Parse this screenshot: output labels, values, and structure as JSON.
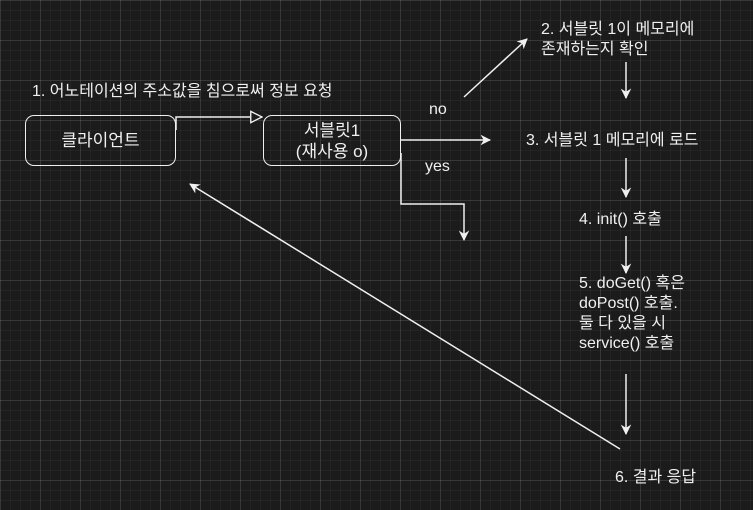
{
  "nodes": {
    "client": {
      "label": "클라이언트"
    },
    "servlet": {
      "line1": "서블릿1",
      "line2": "(재사용 o)"
    }
  },
  "labels": {
    "step1": "1. 어노테이션의 주소값을 침으로써 정보 요청",
    "step2_line1": "2. 서블릿 1이 메모리에",
    "step2_line2": "존재하는지 확인",
    "step3": "3. 서블릿 1 메모리에 로드",
    "step4": "4. init() 호출",
    "step5_line1": "5. doGet() 혹은",
    "step5_line2": "doPost() 호출.",
    "step5_line3": "둘 다 있을 시",
    "step5_line4": "service() 호출",
    "step6": "6. 결과 응답",
    "edge_no": "no",
    "edge_yes": "yes"
  },
  "colors": {
    "background": "#1b1b1b",
    "stroke": "#f0f0f0",
    "text": "#f0f0f0"
  }
}
